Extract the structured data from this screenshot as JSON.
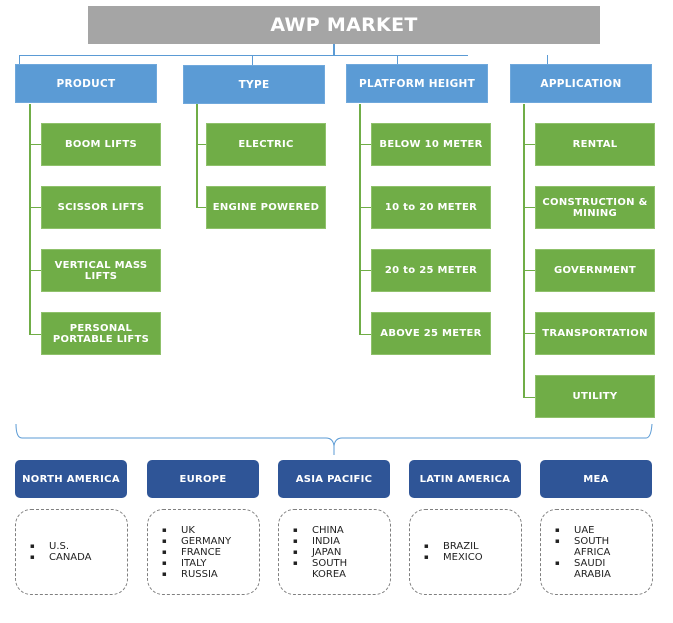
{
  "title": "AWP MARKET",
  "categories": [
    {
      "label": "PRODUCT",
      "items": [
        "BOOM LIFTS",
        "SCISSOR LIFTS",
        "VERTICAL MASS LIFTS",
        "PERSONAL PORTABLE LIFTS"
      ]
    },
    {
      "label": "TYPE",
      "items": [
        "ELECTRIC",
        "ENGINE POWERED"
      ]
    },
    {
      "label": "PLATFORM HEIGHT",
      "items": [
        "BELOW 10 METER",
        "10 to 20 METER",
        "20 to 25 METER",
        "ABOVE 25 METER"
      ]
    },
    {
      "label": "APPLICATION",
      "items": [
        "RENTAL",
        "CONSTRUCTION & MINING",
        "GOVERNMENT",
        "TRANSPORTATION",
        "UTILITY"
      ]
    }
  ],
  "regions": [
    {
      "label": "NORTH AMERICA",
      "countries": [
        "U.S.",
        "CANADA"
      ]
    },
    {
      "label": "EUROPE",
      "countries": [
        "UK",
        "GERMANY",
        "FRANCE",
        "ITALY",
        "RUSSIA"
      ]
    },
    {
      "label": "ASIA PACIFIC",
      "countries": [
        "CHINA",
        "INDIA",
        "JAPAN",
        "SOUTH KOREA"
      ]
    },
    {
      "label": "LATIN AMERICA",
      "countries": [
        "BRAZIL",
        "MEXICO"
      ]
    },
    {
      "label": "MEA",
      "countries": [
        "UAE",
        "SOUTH AFRICA",
        "SAUDI ARABIA"
      ]
    }
  ],
  "colors": {
    "title_bg": "#a5a5a5",
    "category_bg": "#5b9bd5",
    "leaf_bg": "#70ad47",
    "region_bg": "#2f5597"
  }
}
